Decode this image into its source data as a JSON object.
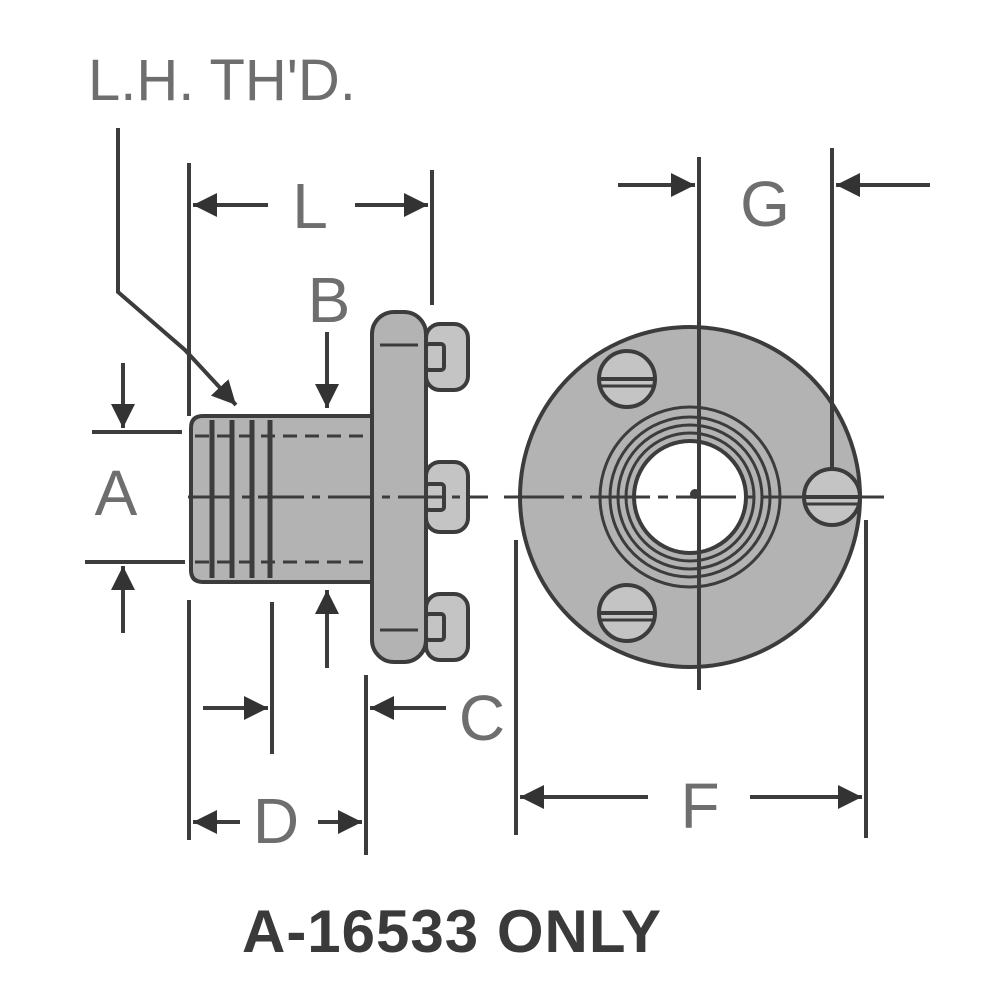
{
  "diagram": {
    "thread_note": "L.H. TH'D.",
    "caption": "A-16533 ONLY",
    "dimension_labels": {
      "a": "A",
      "b": "B",
      "c": "C",
      "d": "D",
      "f": "F",
      "g": "G",
      "l": "L"
    },
    "colors": {
      "line": "#3c3c3c",
      "fill": "#b3b3b3",
      "fill_light": "#c4c4c4",
      "label": "#6e6e6e"
    }
  }
}
